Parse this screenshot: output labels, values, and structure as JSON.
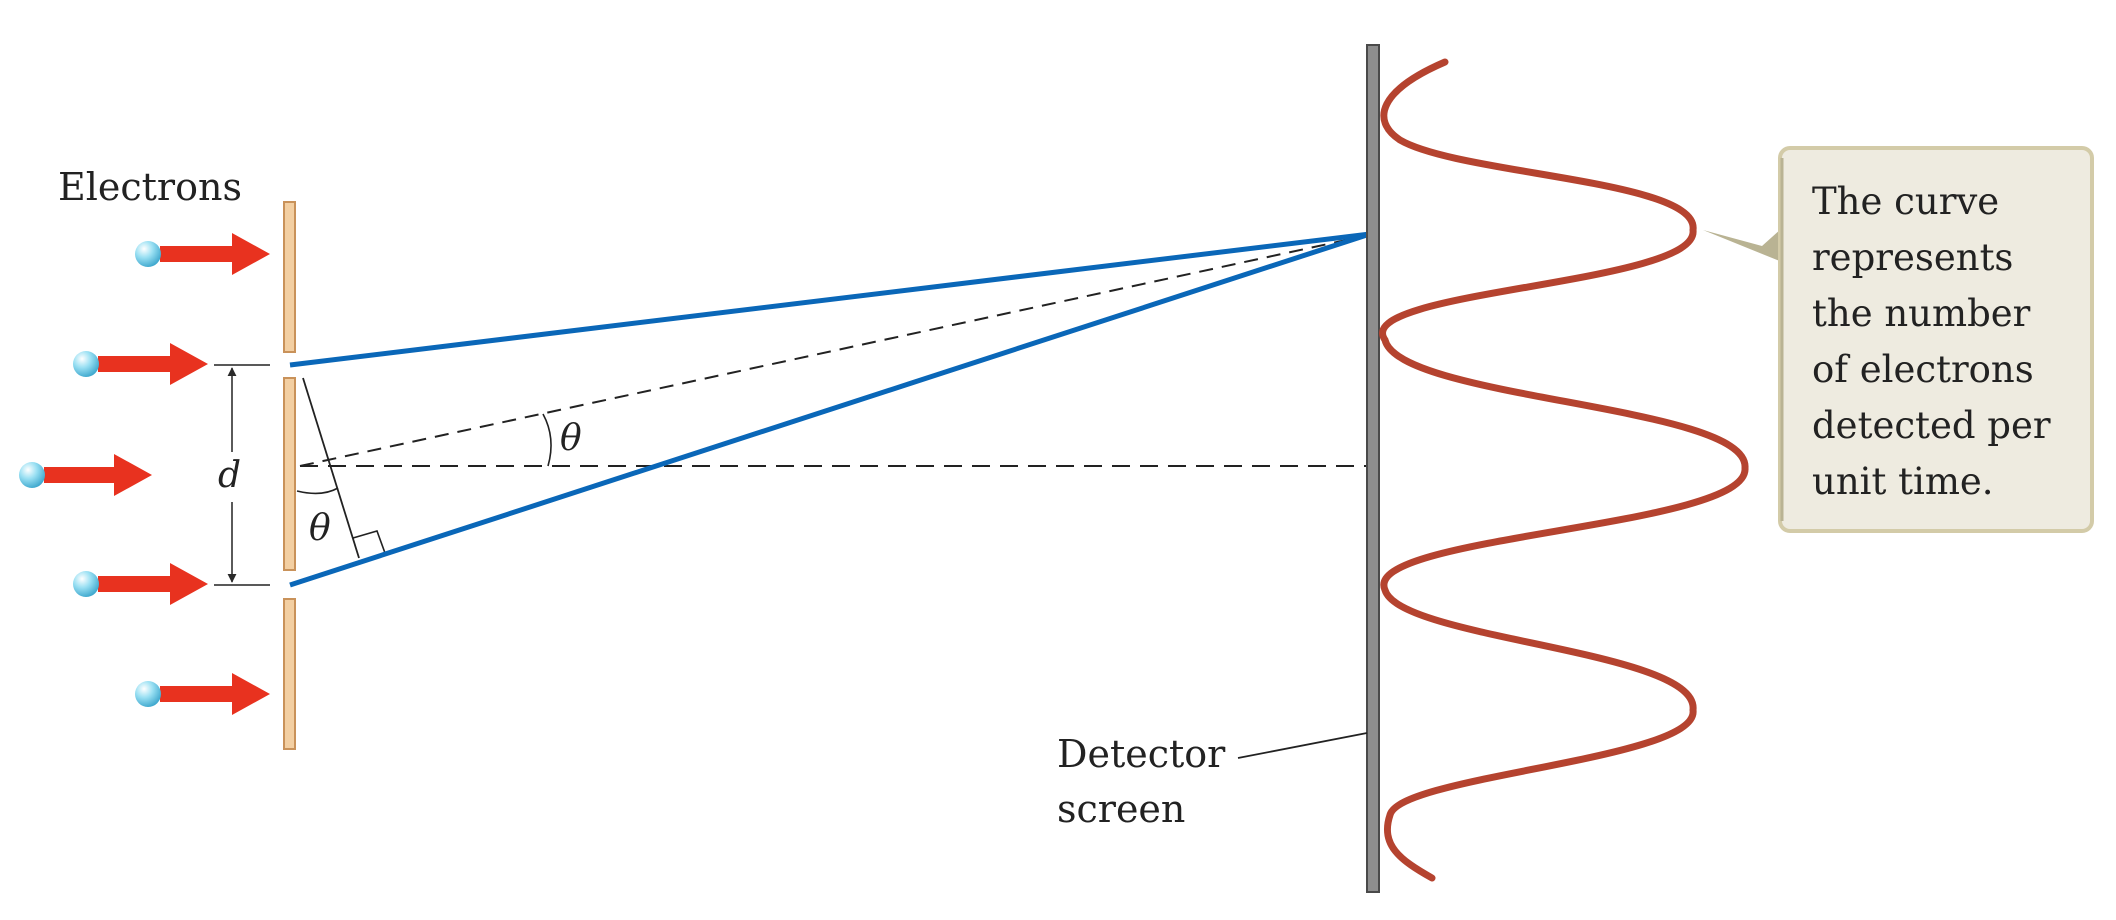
{
  "labels": {
    "electrons": "Electrons",
    "slit_separation": "d",
    "theta": "θ",
    "detector_line1": "Detector",
    "detector_line2": "screen"
  },
  "callout": {
    "lines": [
      "The curve",
      "represents",
      "the number",
      "of electrons",
      "detected per",
      "unit time."
    ]
  },
  "colors": {
    "electron_ball": "#7fd0ea",
    "arrow": "#e8321f",
    "barrier": "#f3cfa2",
    "barrier_edge": "#c9925a",
    "path": "#0a67b8",
    "curve": "#b5432f",
    "screen": "#8e8e8e",
    "callout_fill": "#eeebe0",
    "callout_edge": "#d3cba8",
    "pointer": "#b9b393"
  },
  "icons": [
    "electron-icon",
    "arrow-right-icon"
  ]
}
